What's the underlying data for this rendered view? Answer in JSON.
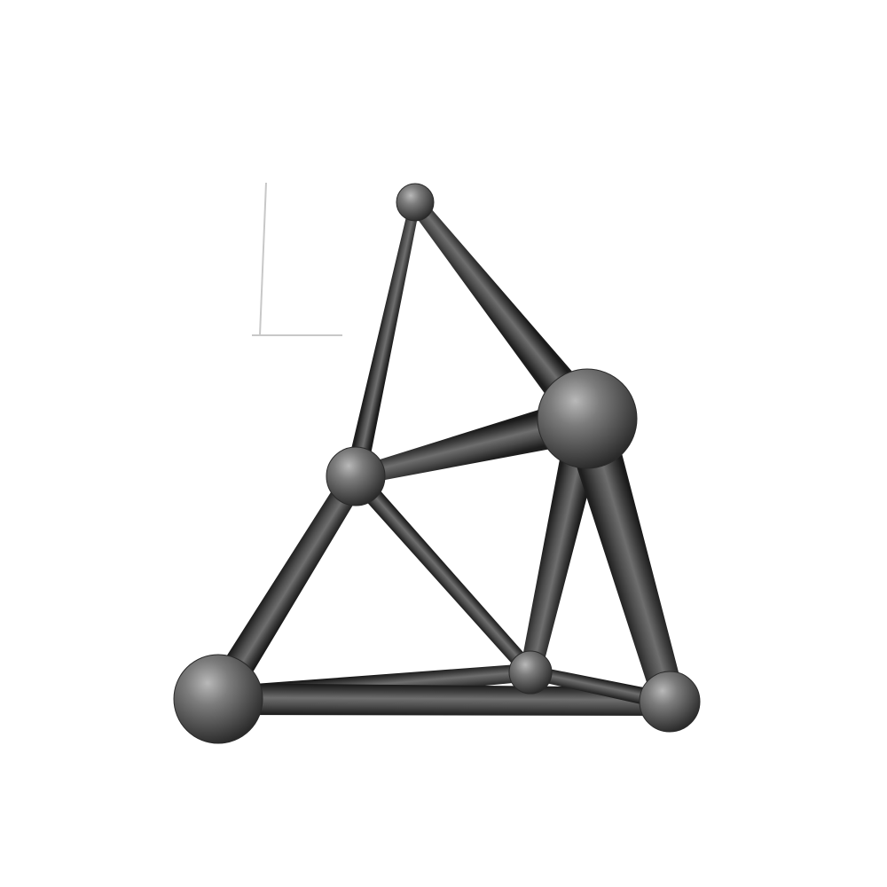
{
  "figure": {
    "kind": "ball-and-stick model",
    "shading": "grayscale",
    "background_color": "#ffffff",
    "bond_color": "#3a3a3a",
    "atom_color": "#5a5a5a",
    "corner_mark_color": "#c8c8c8"
  },
  "atoms": [
    {
      "id": "apex",
      "size": "small"
    },
    {
      "id": "hub-large",
      "size": "large"
    },
    {
      "id": "middle",
      "size": "medium"
    },
    {
      "id": "bottom-left",
      "size": "large"
    },
    {
      "id": "bottom-center",
      "size": "small"
    },
    {
      "id": "bottom-right",
      "size": "medium"
    }
  ],
  "bonds": [
    {
      "from": "apex",
      "to": "middle"
    },
    {
      "from": "apex",
      "to": "hub-large"
    },
    {
      "from": "middle",
      "to": "hub-large"
    },
    {
      "from": "middle",
      "to": "bottom-left"
    },
    {
      "from": "middle",
      "to": "bottom-center"
    },
    {
      "from": "hub-large",
      "to": "bottom-center"
    },
    {
      "from": "hub-large",
      "to": "bottom-right"
    },
    {
      "from": "bottom-left",
      "to": "bottom-center"
    },
    {
      "from": "bottom-left",
      "to": "bottom-right"
    },
    {
      "from": "bottom-center",
      "to": "bottom-right"
    }
  ]
}
